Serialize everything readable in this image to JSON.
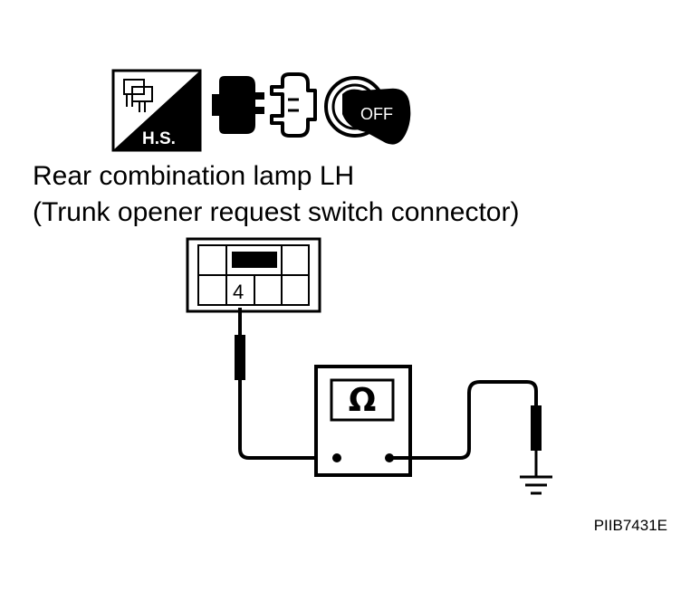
{
  "title": {
    "line1": "Rear combination lamp LH",
    "line2": "(Trunk opener request switch connector)"
  },
  "icons": {
    "harness_symbol": {
      "name": "harness-connector-icon",
      "label": "H.S."
    },
    "connector_symbol": {
      "name": "disconnect-connector-icon"
    },
    "ignition_symbol": {
      "name": "ignition-key-off-icon",
      "label": "OFF"
    }
  },
  "connector": {
    "pin_label": "4"
  },
  "meter": {
    "symbol": "Ω"
  },
  "figure_code": "PIIB7431E",
  "colors": {
    "ink": "#000000",
    "paper": "#ffffff"
  }
}
